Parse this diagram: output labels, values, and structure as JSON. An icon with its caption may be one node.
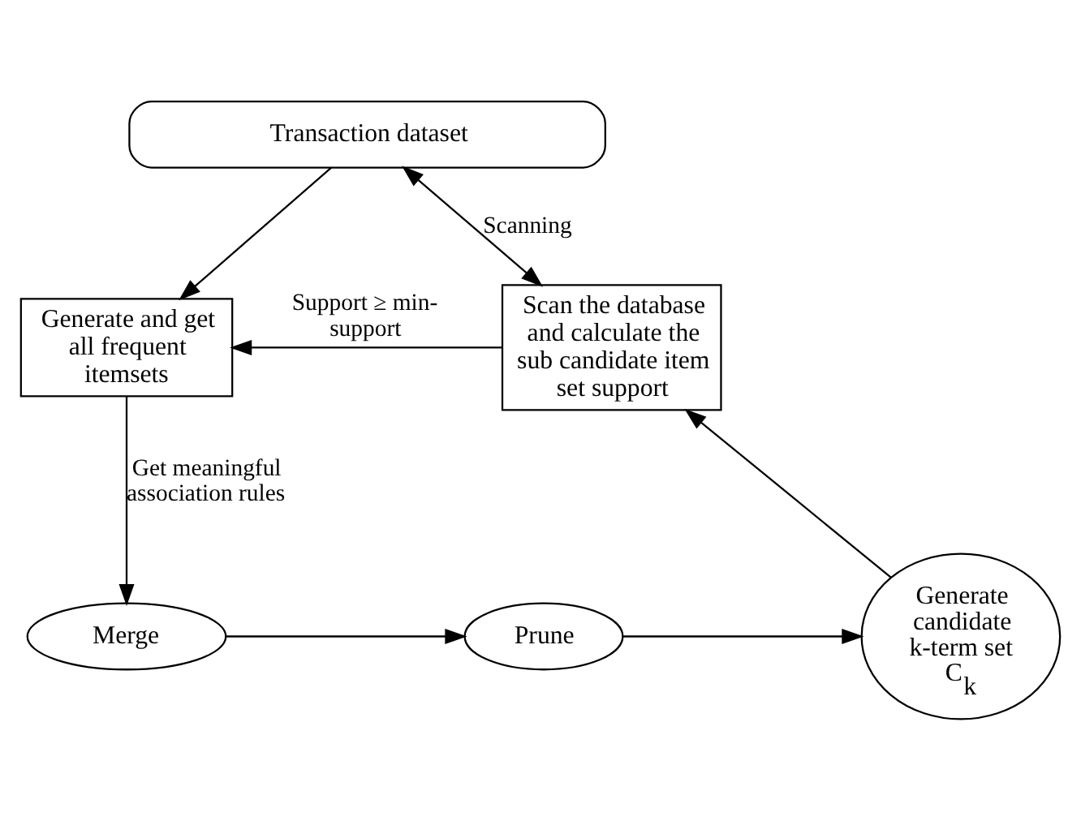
{
  "diagram": {
    "nodes": [
      {
        "text": [
          "Transaction dataset"
        ]
      },
      {
        "text": [
          "Generate and get all frequent itemsets"
        ]
      },
      {
        "text": [
          "Scan the database and calculate the sub candidate item set support"
        ]
      },
      {
        "text": [
          "Merge"
        ]
      },
      {
        "text": [
          "Prune"
        ]
      },
      {
        "text": [
          "Generate candidate k-term set C$_{k}$"
        ]
      }
    ],
    "edges": [
      {
        "from": 0,
        "to": 1,
        "arrow": "to"
      },
      {
        "from": 0,
        "to": 2,
        "arrow": "both",
        "label": "Scanning"
      },
      {
        "from": 2,
        "to": 1,
        "arrow": "to",
        "label": "Support ≥ min-support"
      },
      {
        "from": 1,
        "to": 3,
        "arrow": "to",
        "label": "Get meaningful association rules"
      },
      {
        "from": 3,
        "to": 4,
        "arrow": "to"
      },
      {
        "from": 4,
        "to": 5,
        "arrow": "to"
      },
      {
        "from": 5,
        "to": 2,
        "arrow": "to"
      }
    ]
  }
}
